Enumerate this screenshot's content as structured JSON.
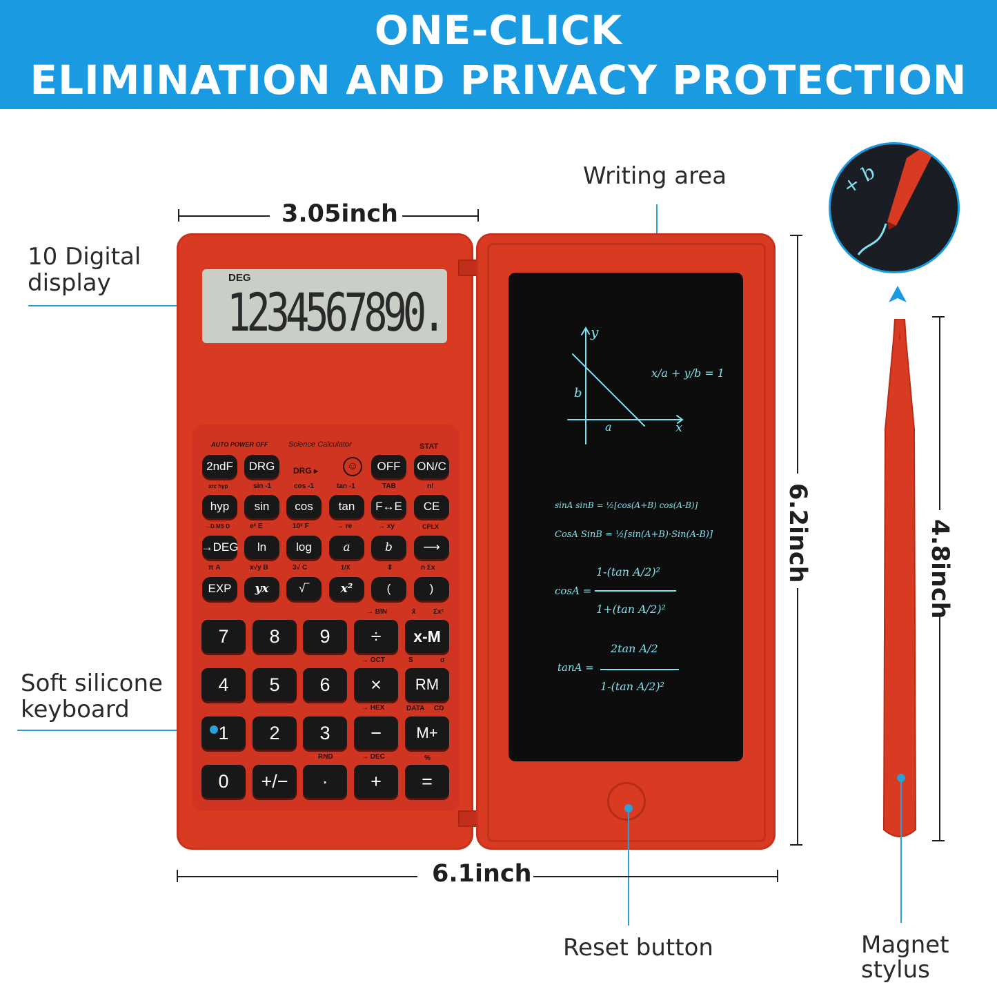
{
  "banner": {
    "line1": "ONE-CLICK",
    "line2": "ELIMINATION AND PRIVACY PROTECTION"
  },
  "labels": {
    "writing_area": "Writing area",
    "digital_display_line1": "10 Digital",
    "digital_display_line2": "display",
    "keyboard_line1": "Soft silicone",
    "keyboard_line2": "keyboard",
    "reset_button": "Reset button",
    "stylus_line1": "Magnet",
    "stylus_line2": "stylus"
  },
  "dimensions": {
    "top_width": "3.05inch",
    "bottom_width": "6.1inch",
    "height": "6.2inch",
    "stylus_length": "4.8inch"
  },
  "display": {
    "mode": "DEG",
    "digits": "1234567890."
  },
  "panel": {
    "auto_power_off": "AUTO POWER OFF",
    "science_calculator": "Science Calculator",
    "stat": "STAT",
    "drg_arrow": "DRG ▸"
  },
  "keys_row1": [
    "2ndF",
    "DRG",
    "OFF",
    "ON/C"
  ],
  "keys_row2": [
    "hyp",
    "sin",
    "cos",
    "tan",
    "F↔E",
    "CE"
  ],
  "keys_row3": [
    "→DEG",
    "ln",
    "log",
    "a",
    "b",
    "⟶"
  ],
  "keys_row4": [
    "EXP",
    "yx",
    "√‾",
    "x²",
    "(",
    ")"
  ],
  "keys_num1": [
    "7",
    "8",
    "9",
    "÷",
    "x-M"
  ],
  "keys_num2": [
    "4",
    "5",
    "6",
    "×",
    "RM"
  ],
  "keys_num3": [
    "1",
    "2",
    "3",
    "−",
    "M+"
  ],
  "keys_num4": [
    "0",
    "+/−",
    "·",
    "+",
    "="
  ],
  "subs_row2": [
    "arc hyp",
    "sin -1",
    "cos -1",
    "tan -1",
    "TAB",
    "n!"
  ],
  "subs_row3": [
    "→D.MS D",
    "eˣ E",
    "10ˣ F",
    "→ re",
    "→ xy",
    "CPLX"
  ],
  "subs_row4": [
    "π A",
    "x√y B",
    "3√ C",
    "1/X",
    "⇕",
    "n Σx"
  ],
  "subs_num1": [
    "→ BIN",
    "x̄",
    "Σx²"
  ],
  "subs_num2": [
    "→ OCT",
    "S",
    "σ"
  ],
  "subs_num3": [
    "→ HEX",
    "DATA",
    "CD"
  ],
  "subs_num4": [
    "RND",
    "→ DEC",
    "%"
  ],
  "screen_math": {
    "axis_y": "y",
    "axis_x": "x",
    "label_b": "b",
    "label_a": "a",
    "eq_intercept": "x/a + y/b = 1",
    "eq1": "sinA sinB = ½[cos(A+B) cos(A-B)]",
    "eq2": "CosA SinB = ½[sin(A+B)·Sin(A-B)]",
    "eq3_lhs": "cosA =",
    "eq3_num": "1-(tan A/2)²",
    "eq3_den": "1+(tan A/2)²",
    "eq4_lhs": "tanA =",
    "eq4_num": "2tan A/2",
    "eq4_den": "1-(tan A/2)²"
  },
  "colors": {
    "banner": "#1a9ae0",
    "body_red": "#d93a22",
    "leader_blue": "#2b9fd8",
    "ink_cyan": "#7fe3f2"
  }
}
